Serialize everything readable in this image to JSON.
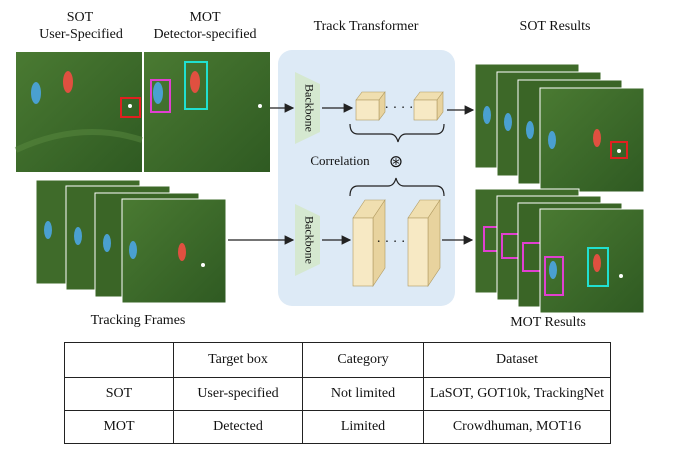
{
  "labels": {
    "sot_top": "SOT",
    "sot_sub": "User-Specified",
    "mot_top": "MOT",
    "mot_sub": "Detector-specified",
    "track_transformer": "Track Transformer",
    "sot_results": "SOT Results",
    "mot_results": "MOT Results",
    "tracking_frames": "Tracking Frames",
    "correlation": "Correlation",
    "backbone_top": "Backbone",
    "backbone_bottom": "Backbone",
    "ellipsis_top": "· · · ·",
    "ellipsis_bottom": "· · · ·",
    "correlation_symbol": "⊛"
  },
  "colors": {
    "field": "#3f6b2a",
    "field_dark": "#2f5520",
    "transformer_bg": "#ddeaf6",
    "backbone": "#d5e8d0",
    "feature_face": "#f7e9c4",
    "feature_side": "#e8d39e",
    "sot_box": "#e02020",
    "mot_box_pink": "#e040d0",
    "mot_box_cyan": "#20e0d0",
    "arrow": "#222222"
  },
  "table": {
    "headers": [
      "",
      "Target box",
      "Category",
      "Dataset"
    ],
    "rows": [
      [
        "SOT",
        "User-specified",
        "Not limited",
        "LaSOT, GOT10k, TrackingNet"
      ],
      [
        "MOT",
        "Detected",
        "Limited",
        "Crowdhuman, MOT16"
      ]
    ]
  }
}
